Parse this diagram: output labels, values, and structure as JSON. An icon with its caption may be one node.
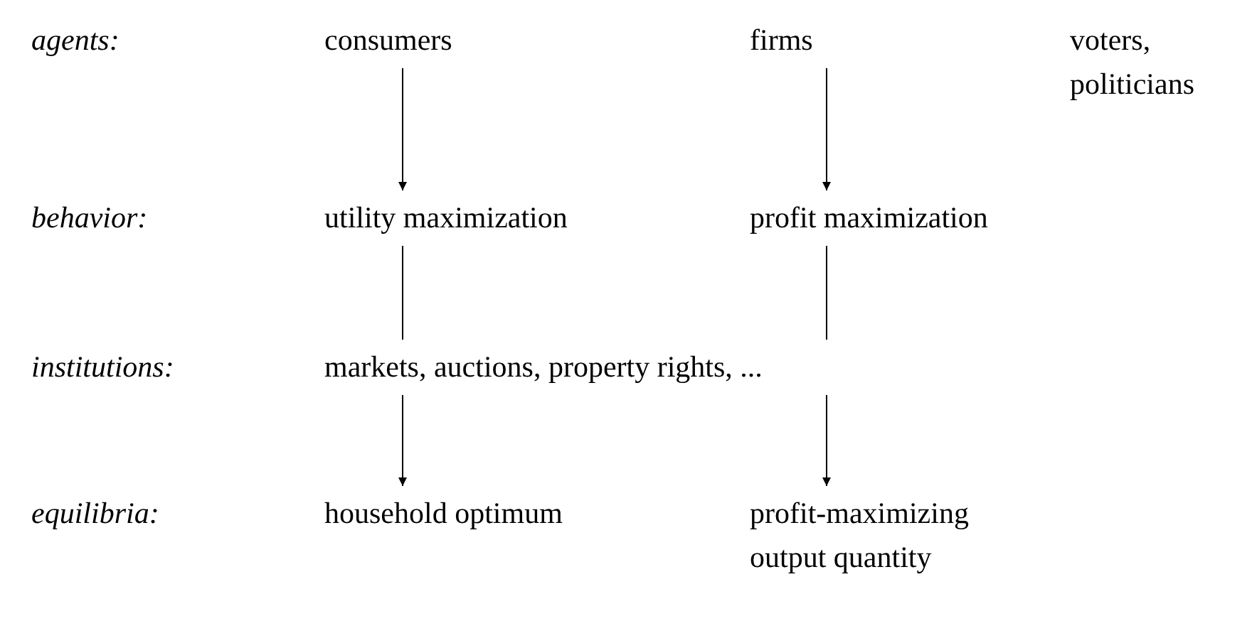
{
  "diagram": {
    "nodes": [
      {
        "text": [
          "consumers"
        ]
      },
      {
        "text": [
          "firms"
        ]
      },
      {
        "text": [
          "voters, politicians"
        ]
      },
      {
        "text": [
          "utility maximization"
        ]
      },
      {
        "text": [
          "profit maximization"
        ]
      },
      {
        "text": [
          "markets, auctions, property rights, ..."
        ]
      },
      {
        "text": [
          "household optimum"
        ]
      },
      {
        "text": [
          "profit-maximizing output quantity"
        ]
      }
    ],
    "edges": [
      {
        "from": 0,
        "to": 3,
        "arrow": "to"
      },
      {
        "from": 1,
        "to": 4,
        "arrow": "to"
      },
      {
        "from": 3,
        "to": 5,
        "arrow": "none"
      },
      {
        "from": 4,
        "to": 5,
        "arrow": "none"
      },
      {
        "from": 5,
        "to": 6,
        "arrow": "to"
      },
      {
        "from": 5,
        "to": 7,
        "arrow": "to"
      }
    ],
    "labels": [
      "agents:",
      "behavior:",
      "institutions:",
      "equilibria:"
    ]
  }
}
